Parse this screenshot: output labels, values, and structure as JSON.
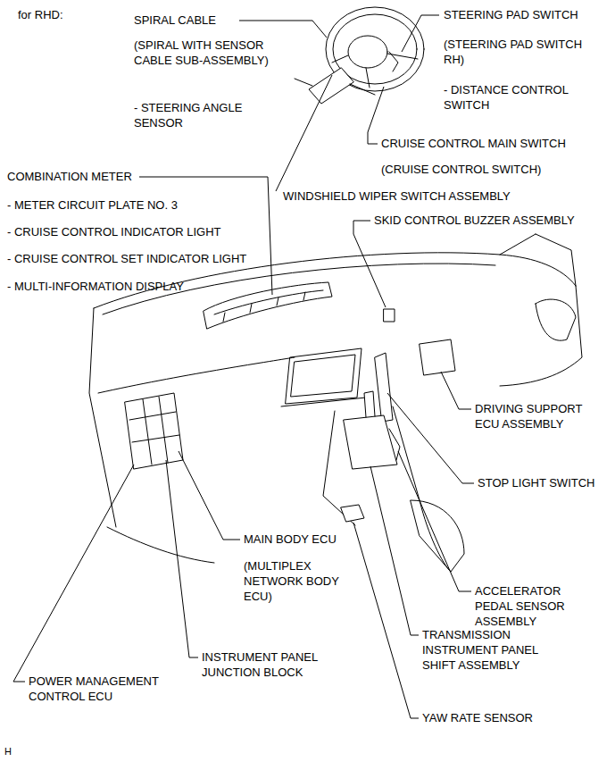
{
  "diagram": {
    "title": "for RHD:",
    "labels": [
      "SPIRAL CABLE",
      "(SPIRAL WITH SENSOR CABLE SUB-ASSEMBLY)",
      "- STEERING ANGLE SENSOR",
      "STEERING PAD SWITCH",
      "(STEERING PAD SWITCH RH)",
      "- DISTANCE CONTROL SWITCH",
      "CRUISE CONTROL MAIN SWITCH",
      "(CRUISE CONTROL SWITCH)",
      "COMBINATION METER",
      "- METER CIRCUIT PLATE NO. 3",
      "- CRUISE CONTROL INDICATOR LIGHT",
      "- CRUISE CONTROL SET INDICATOR LIGHT",
      "- MULTI-INFORMATION DISPLAY",
      "WINDSHIELD WIPER SWITCH ASSEMBLY",
      "SKID CONTROL BUZZER ASSEMBLY",
      "DRIVING SUPPORT ECU ASSEMBLY",
      "STOP LIGHT SWITCH",
      "MAIN BODY ECU",
      "(MULTIPLEX NETWORK BODY ECU)",
      "ACCELERATOR PEDAL SENSOR ASSEMBLY",
      "TRANSMISSION INSTRUMENT PANEL SHIFT ASSEMBLY",
      "INSTRUMENT PANEL JUNCTION BLOCK",
      "POWER MANAGEMENT CONTROL ECU",
      "YAW RATE SENSOR",
      "H"
    ]
  }
}
